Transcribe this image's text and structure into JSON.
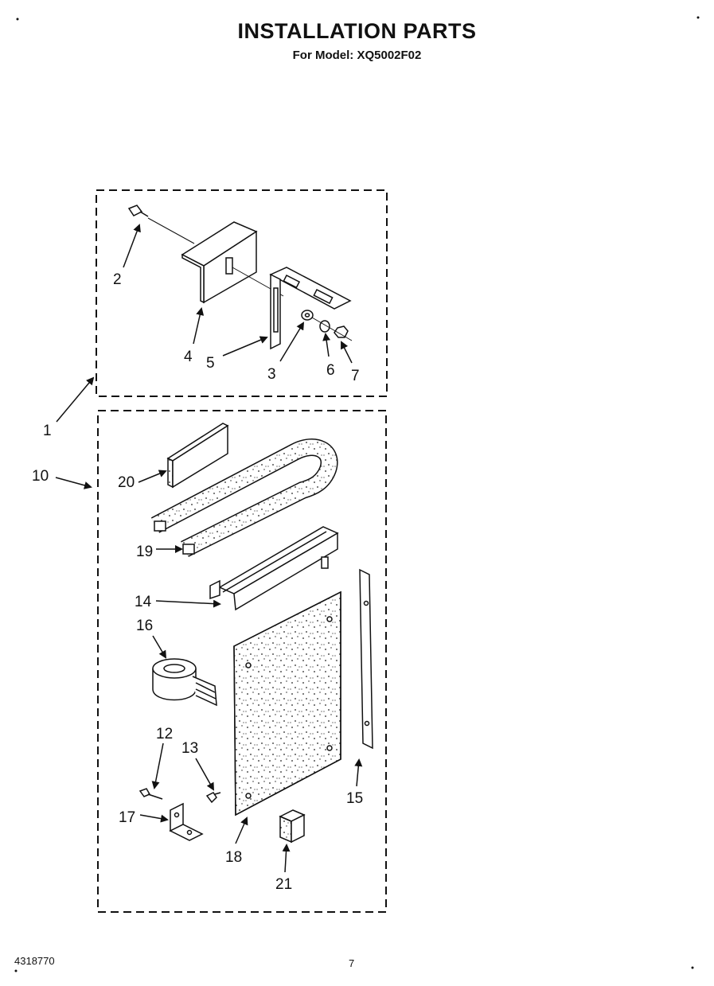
{
  "header": {
    "title": "INSTALLATION PARTS",
    "subtitle": "For Model: XQ5002F02"
  },
  "footer": {
    "part_number": "4318770",
    "page_number": "7"
  },
  "callouts": [
    "1",
    "2",
    "3",
    "4",
    "5",
    "6",
    "7",
    "10",
    "12",
    "13",
    "14",
    "15",
    "16",
    "17",
    "18",
    "19",
    "20",
    "21"
  ]
}
